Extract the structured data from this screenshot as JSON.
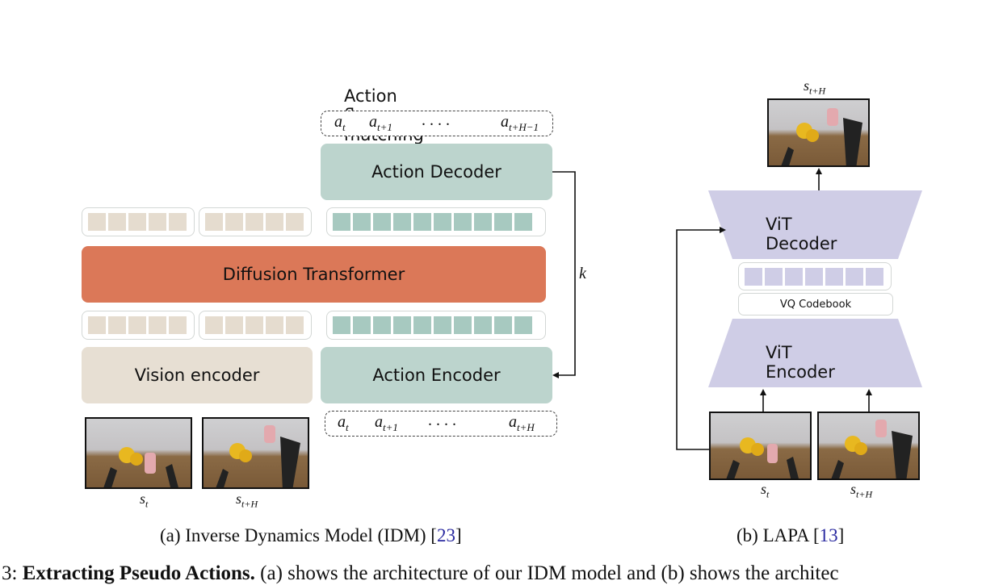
{
  "idm": {
    "flow_title": "Action flow-matching",
    "decoder_label": "Action Decoder",
    "transformer_label": "Diffusion Transformer",
    "vision_encoder_label": "Vision encoder",
    "action_encoder_label": "Action Encoder",
    "loop_label": "k",
    "out_seq": {
      "a0": "a",
      "a0_sub": "t",
      "a1": "a",
      "a1_sub": "t+1",
      "dots": ". . . .",
      "an": "a",
      "an_sub": "t+H−1"
    },
    "in_seq": {
      "a0": "a",
      "a0_sub": "t",
      "a1": "a",
      "a1_sub": "t+1",
      "dots": ". . . .",
      "an": "a",
      "an_sub": "t+H"
    },
    "frame1_label": "s",
    "frame1_sub": "t",
    "frame2_label": "s",
    "frame2_sub": "t+H",
    "caption_text": "(a) Inverse Dynamics Model (IDM) [",
    "caption_ref": "23",
    "caption_end": "]"
  },
  "lapa": {
    "top_label": "s",
    "top_sub": "t+H",
    "decoder_label": "ViT Decoder",
    "codebook_label": "VQ Codebook",
    "encoder_label": "ViT Encoder",
    "frame1_label": "s",
    "frame1_sub": "t",
    "frame2_label": "s",
    "frame2_sub": "t+H",
    "caption_text": "(b) LAPA [",
    "caption_ref": "13",
    "caption_end": "]"
  },
  "figure_caption": {
    "prefix": "3: ",
    "bold": "Extracting Pseudo Actions.",
    "rest": " (a) shows the architecture of our IDM model and (b) shows the architec"
  },
  "colors": {
    "teal": "#bcd4cd",
    "beige": "#e7dfd3",
    "orange": "#db7858",
    "lavender": "#cfcde6",
    "ref_blue": "#2a2aa0"
  }
}
